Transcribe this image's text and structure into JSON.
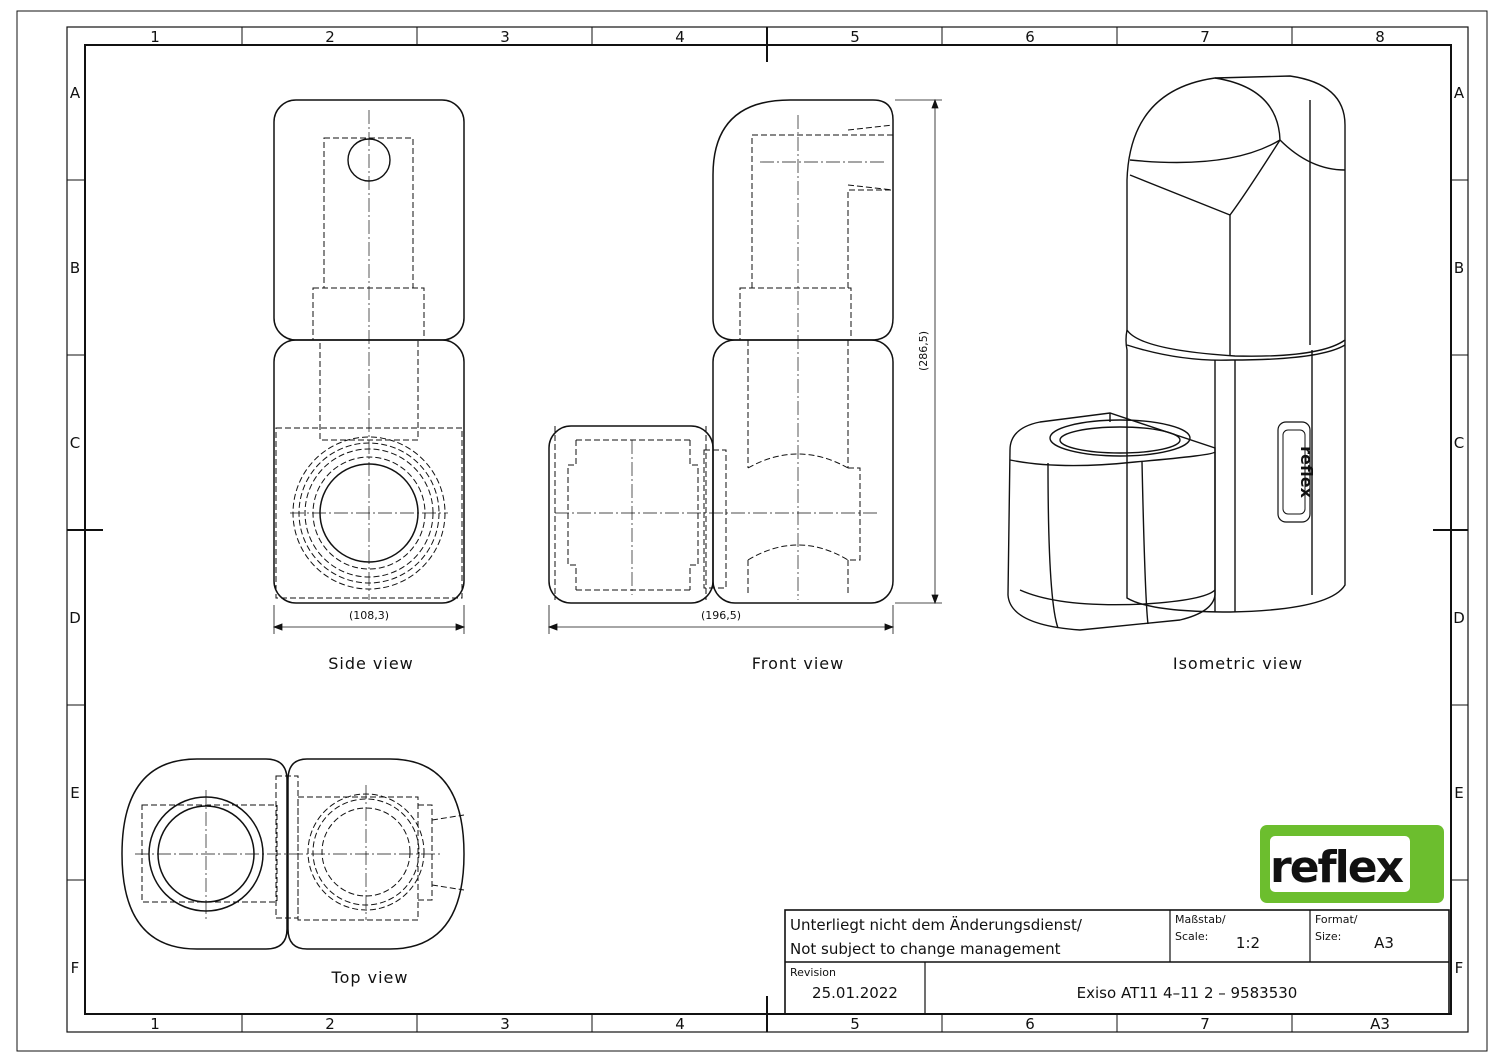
{
  "zones": {
    "columns": [
      "1",
      "2",
      "3",
      "4",
      "5",
      "6",
      "7",
      "8"
    ],
    "bottom_last": "A3",
    "rows": [
      "A",
      "B",
      "C",
      "D",
      "E",
      "F"
    ]
  },
  "views": {
    "side": "Side view",
    "front": "Front view",
    "isometric": "Isometric view",
    "top": "Top view"
  },
  "dimensions": {
    "side_width": "(108,3)",
    "front_width": "(196,5)",
    "front_height": "(286,5)"
  },
  "logo": {
    "text": "reflex",
    "color": "#6cbe2e"
  },
  "title_block": {
    "notice_de": "Unterliegt nicht dem Änderungsdienst/",
    "notice_en": "Not subject to change management",
    "scale_label_de": "Maßstab/",
    "scale_label_en": "Scale:",
    "scale_value": "1:2",
    "format_label_de": "Format/",
    "format_label_en": "Size:",
    "format_value": "A3",
    "revision_label": "Revision",
    "revision_value": "25.01.2022",
    "title": "Exiso AT11 4–11 2 – 9583530"
  }
}
